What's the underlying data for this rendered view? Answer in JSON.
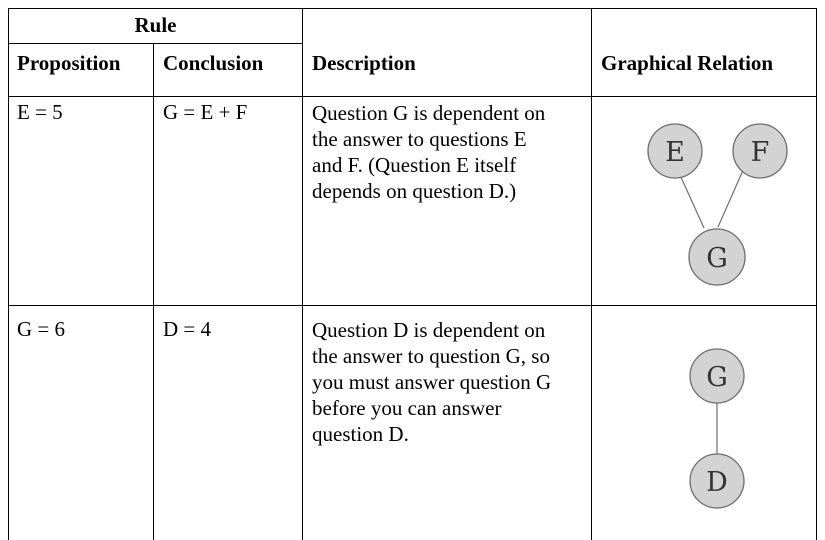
{
  "header": {
    "rule": "Rule",
    "proposition": "Proposition",
    "conclusion": "Conclusion",
    "description": "Description",
    "graphical_relation": "Graphical Relation"
  },
  "rows": [
    {
      "proposition": "E = 5",
      "conclusion": "G = E + F",
      "description_lines": [
        "Question G is dependent on",
        "the answer to questions E",
        "and F. (Question E itself",
        "depends on question D.)"
      ],
      "graph": {
        "nodes": [
          "E",
          "F",
          "G"
        ],
        "edges": [
          [
            "E",
            "G"
          ],
          [
            "F",
            "G"
          ]
        ]
      }
    },
    {
      "proposition": "G = 6",
      "conclusion": "D = 4",
      "description_lines": [
        "Question D is dependent on",
        "the answer to question G, so",
        "you must answer question G",
        "before you can answer",
        "question D."
      ],
      "graph": {
        "nodes": [
          "G",
          "D"
        ],
        "edges": [
          [
            "G",
            "D"
          ]
        ]
      }
    }
  ]
}
